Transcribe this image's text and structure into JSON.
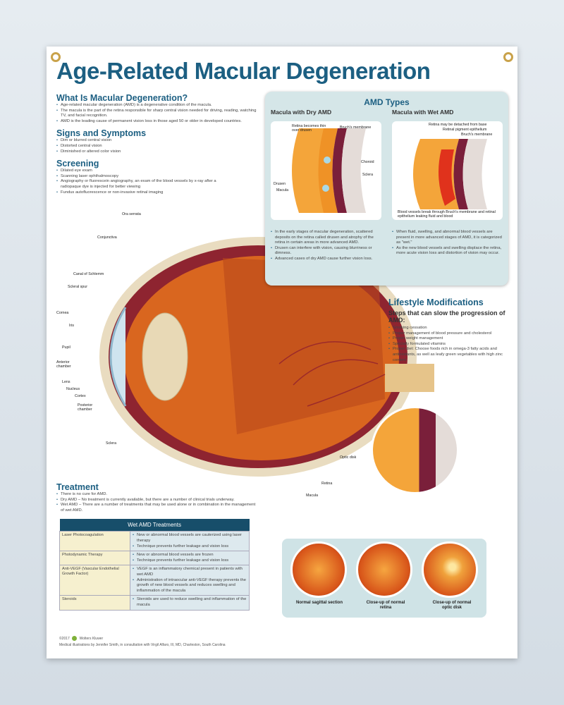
{
  "title": "Age-Related Macular Degeneration",
  "what_is": {
    "heading": "What Is Macular Degeneration?",
    "items": [
      "Age-related macular degeneration (AMD) is a degenerative condition of the macula.",
      "The macula is the part of the retina responsible for sharp central vision needed for driving, reading, watching TV, and facial recognition.",
      "AMD is the leading cause of permanent vision loss in those aged 50 or older in developed countries."
    ]
  },
  "signs": {
    "heading": "Signs and Symptoms",
    "items": [
      "Dim or blurred central vision",
      "Distorted central vision",
      "Diminished or altered color vision"
    ]
  },
  "screening": {
    "heading": "Screening",
    "items": [
      "Dilated eye exam",
      "Scanning laser ophthalmoscopy",
      "Angiography or fluorescein angiography, an exam of the blood vessels by x-ray after a radiopaque dye is injected for better viewing",
      "Fundus autofluorescence or non-invasive retinal imaging"
    ]
  },
  "amd_types": {
    "heading": "AMD Types",
    "dry": {
      "title": "Macula with Dry AMD",
      "labels": [
        "Retina becomes thin over drusen",
        "Bruch's membrane",
        "Choroid",
        "Sclera",
        "Drusen",
        "Macula"
      ],
      "items": [
        "In the early stages of macular degeneration, scattered deposits on the retina called drusen and atrophy of the retina in certain areas in more advanced AMD.",
        "Drusen can interfere with vision, causing blurriness or dimness.",
        "Advanced cases of dry AMD cause further vision loss."
      ]
    },
    "wet": {
      "title": "Macula with Wet AMD",
      "labels": [
        "Retina may be detached from base",
        "Retinal pigment epithelium",
        "Bruch's membrane",
        "Blood vessels break through Bruch's membrane and retinal epithelium leaking fluid and blood"
      ],
      "items": [
        "When fluid, swelling, and abnormal blood vessels are present in more advanced stages of AMD, it is categorized as \"wet.\"",
        "As the new blood vessels and swelling displace the retina, more acute vision loss and distortion of vision may occur."
      ]
    }
  },
  "lifestyle": {
    "heading": "Lifestyle Modifications",
    "subheading": "Steps that can slow the progression of AMD:",
    "items": [
      "Smoking cessation",
      "Proper management of blood pressure and cholesterol",
      "Proper weight management",
      "Specially formulated vitamins",
      "Proper diet: Choose foods rich in omega-3 fatty acids and antioxidants, as well as leafy green vegetables with high zinc content"
    ]
  },
  "eye_labels": [
    "Ora serrata",
    "Conjunctiva",
    "Canal of Schlemm",
    "Scleral spur",
    "Cornea",
    "Iris",
    "Pupil",
    "Anterior chamber",
    "Lens",
    "Nucleus",
    "Cortex",
    "Posterior chamber",
    "Sclera",
    "Macula",
    "Retina",
    "Optic disk"
  ],
  "treatment": {
    "heading": "Treatment",
    "items": [
      "There is no cure for AMD.",
      "Dry AMD – No treatment is currently available, but there are a number of clinical trials underway.",
      "Wet AMD – There are a number of treatments that may be used alone or in combination in the management of wet AMD."
    ]
  },
  "table": {
    "header": "Wet AMD Treatments",
    "rows": [
      {
        "name": "Laser Photocoagulation",
        "items": [
          "New or abnormal blood vessels are cauterized using laser therapy",
          "Technique prevents further leakage and vision loss"
        ]
      },
      {
        "name": "Photodynamic Therapy",
        "items": [
          "New or abnormal blood vessels are frozen",
          "Technique prevents further leakage and vision loss"
        ]
      },
      {
        "name": "Anti-VEGF (Vascular Endothelial Growth Factor)",
        "items": [
          "VEGF is an inflammatory chemical present in patients with wet AMD",
          "Administration of intraocular anti-VEGF therapy prevents the growth of new blood vessels and reduces swelling and inflammation of the macula"
        ]
      },
      {
        "name": "Steroids",
        "items": [
          "Steroids are used to reduce swelling and inflammation of the macula"
        ]
      }
    ]
  },
  "views": [
    "Normal sagittal section",
    "Close-up of normal retina",
    "Close-up of normal optic disk"
  ],
  "footer": {
    "copyright": "©2017",
    "brand": "Wolters Kluwer",
    "credit": "Medical illustrations by Jennifer Smith, in consultation with Virgil Alfaro, III, MD, Charleston, South Carolina"
  }
}
